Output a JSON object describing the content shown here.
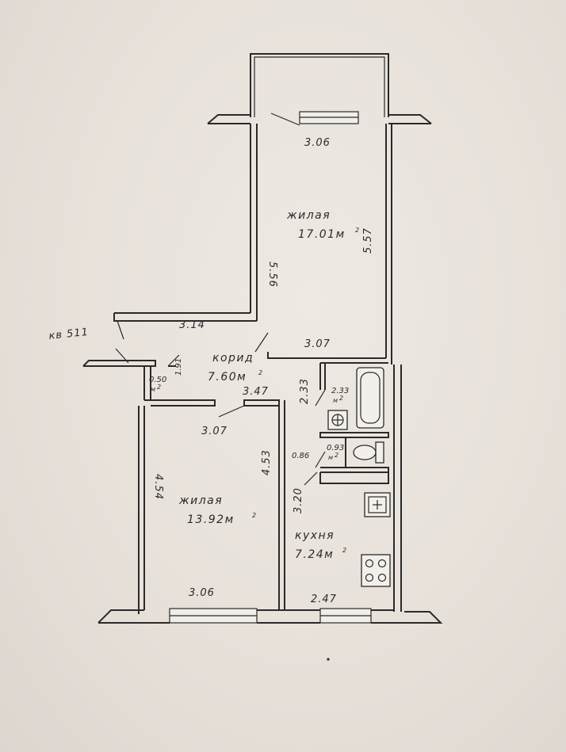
{
  "apartment": {
    "label": "кв 511"
  },
  "rooms": {
    "living_large": {
      "name": "жилая",
      "area": "17.01м",
      "sup": "2"
    },
    "living_small": {
      "name": "жилая",
      "area": "13.92м",
      "sup": "2"
    },
    "corridor": {
      "name": "корид",
      "area": "7.60м",
      "sup": "2"
    },
    "kitchen": {
      "name": "кухня",
      "area": "7.24м",
      "sup": "2"
    },
    "bathroom": {
      "area": "2.33",
      "unit": "м",
      "sup": "2"
    },
    "toilet": {
      "area": "0.93",
      "unit": "м",
      "sup": "2"
    },
    "closet": {
      "area": "0.50",
      "unit": "м",
      "sup": "2"
    }
  },
  "dimensions": {
    "large_room_top": "3.06",
    "large_room_left": "5.56",
    "large_room_right": "5.57",
    "large_room_bottom": "3.07",
    "corridor_wall": "3.14",
    "corridor_length": "3.47",
    "closet_side": "1.91",
    "small_room_top": "3.07",
    "small_room_left": "4.54",
    "small_room_right": "4.53",
    "small_room_bottom": "3.06",
    "bathroom_side": "2.33",
    "toilet_side": "0.86",
    "kitchen_side": "3.20",
    "kitchen_bottom": "2.47"
  },
  "colors": {
    "paper": "#e9e3dd",
    "ink": "#2a2a2a"
  }
}
